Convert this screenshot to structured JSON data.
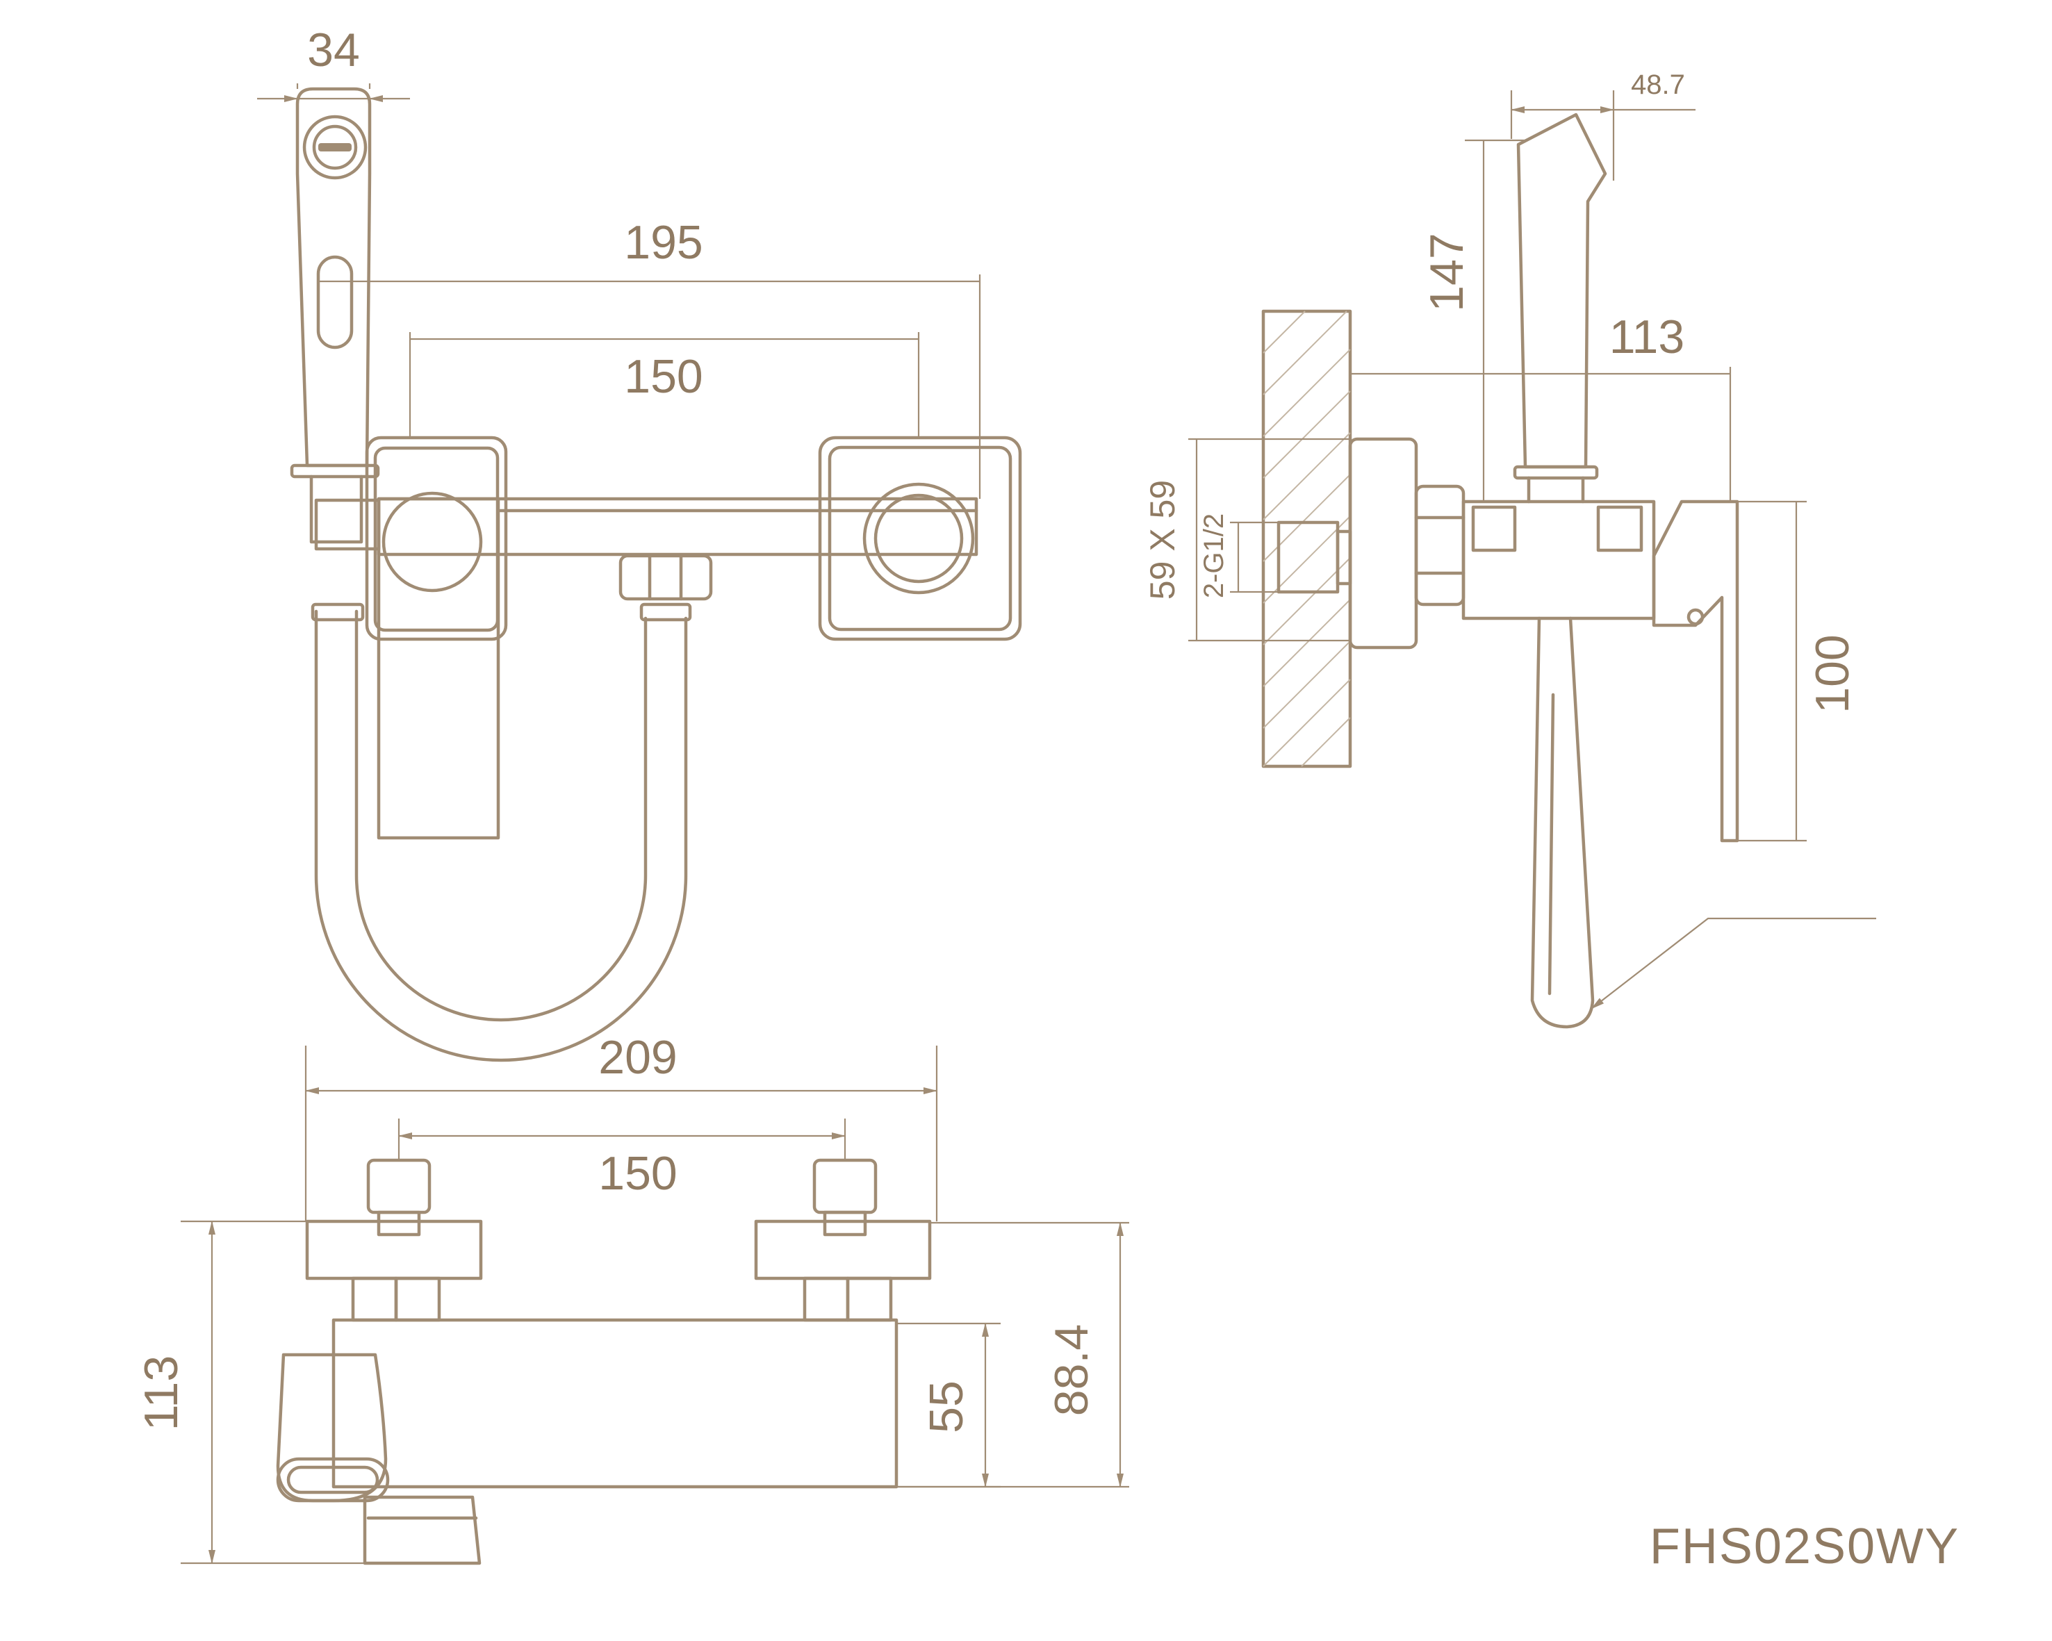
{
  "drawing": {
    "model_code": "FHS02S0WY",
    "colors": {
      "line": "#a08c74",
      "text": "#8f7a62",
      "hatch": "#c4b6a4",
      "background": "#ffffff"
    },
    "front_view": {
      "dims": {
        "hand_shower_width": "34",
        "overall_width": "195",
        "inlet_spacing": "150"
      }
    },
    "side_view": {
      "dims": {
        "shower_offset": "48.7",
        "shower_height": "147",
        "projection": "113",
        "flange_size": "59 X 59",
        "inlet_thread": "2-G1/2",
        "body_height": "100"
      }
    },
    "top_view": {
      "dims": {
        "overall_width": "209",
        "inlet_spacing": "150",
        "overall_depth": "113",
        "body_depth": "55",
        "outlet_depth": "88.4"
      }
    }
  }
}
